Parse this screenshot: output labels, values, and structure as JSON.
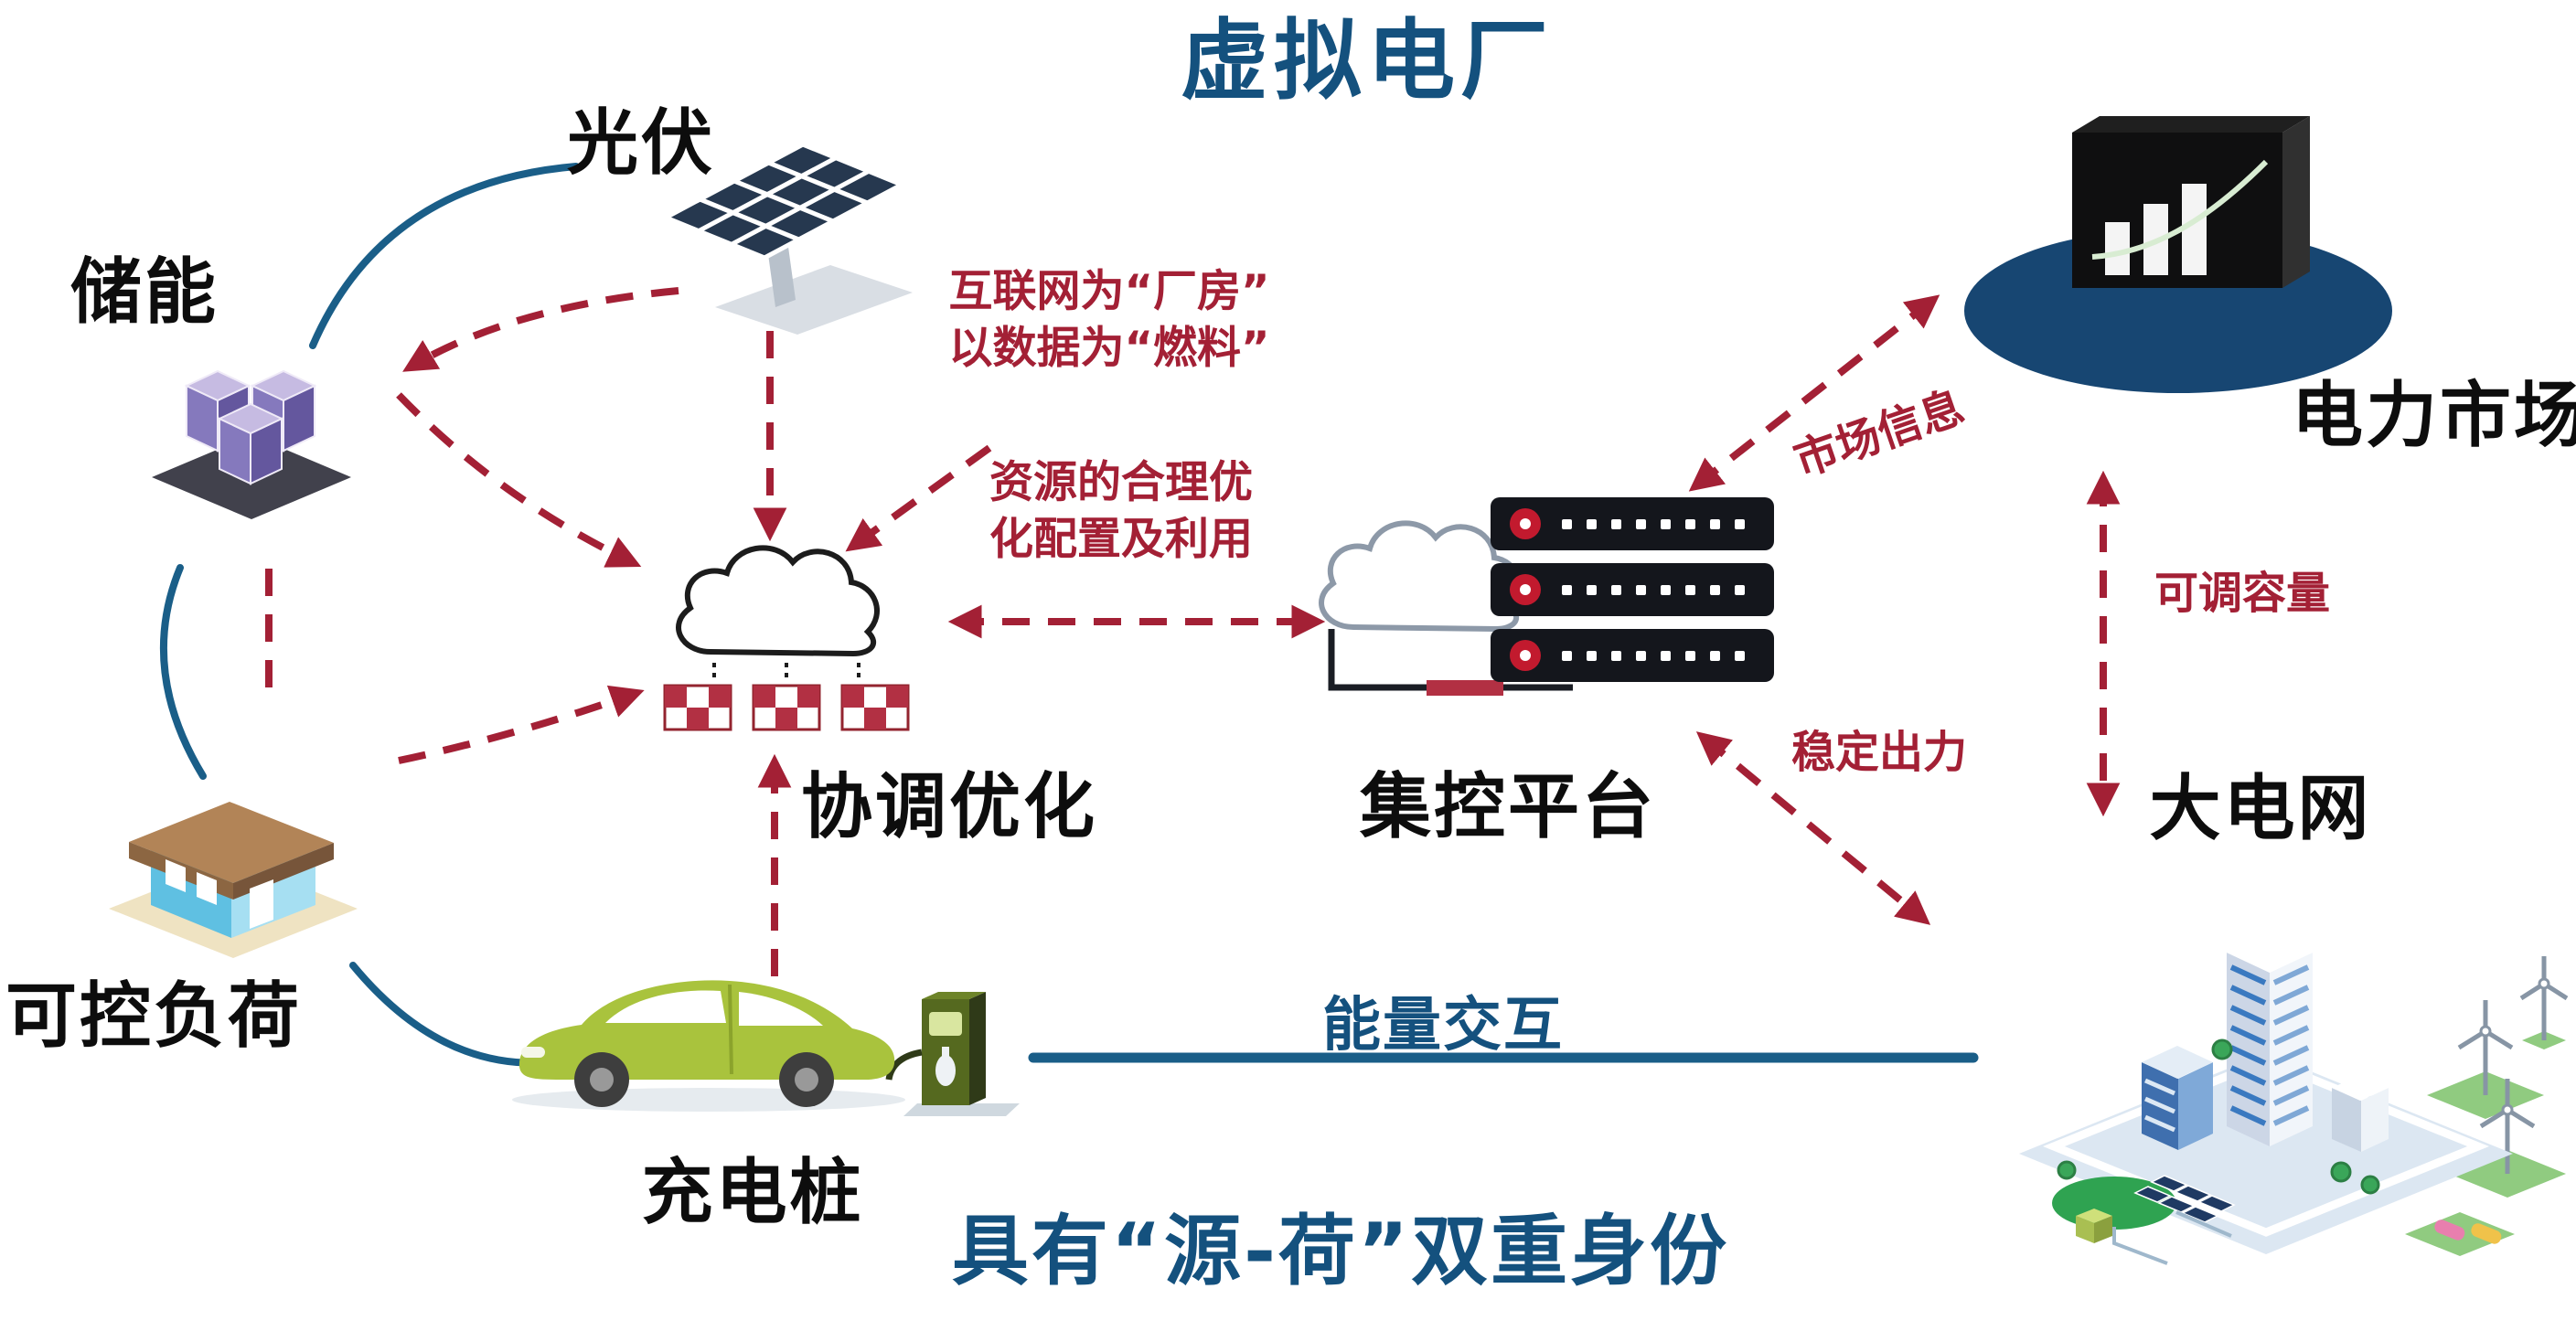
{
  "title": "虚拟电厂",
  "caption": "具有“源-荷”双重身份",
  "nodes": {
    "pv": "光伏",
    "storage": "储能",
    "load": "可控负荷",
    "charger": "充电桩",
    "coordination": "协调优化",
    "platform": "集控平台",
    "market": "电力市场",
    "grid": "大电网"
  },
  "annotations": {
    "internet1": "互联网为“厂房”",
    "internet2": "以数据为“燃料”",
    "resource1": "资源的合理优",
    "resource2": "化配置及利用",
    "market_info": "市场信息",
    "capacity": "可调容量",
    "output": "稳定出力",
    "energy": "能量交互"
  },
  "colors": {
    "heading_blue": "#14517e",
    "note_red": "#a32035",
    "link_blue": "#1a5e88",
    "market_disc": "#174672",
    "car_green": "#a9c33d",
    "storage_purple": "#8579bd"
  },
  "icons": [
    "solar-panel-icon",
    "battery-storage-icon",
    "house-icon",
    "ev-car-charging-icon",
    "cloud-containers-icon",
    "cloud-servers-icon",
    "market-chart-icon",
    "city-grid-icon"
  ]
}
